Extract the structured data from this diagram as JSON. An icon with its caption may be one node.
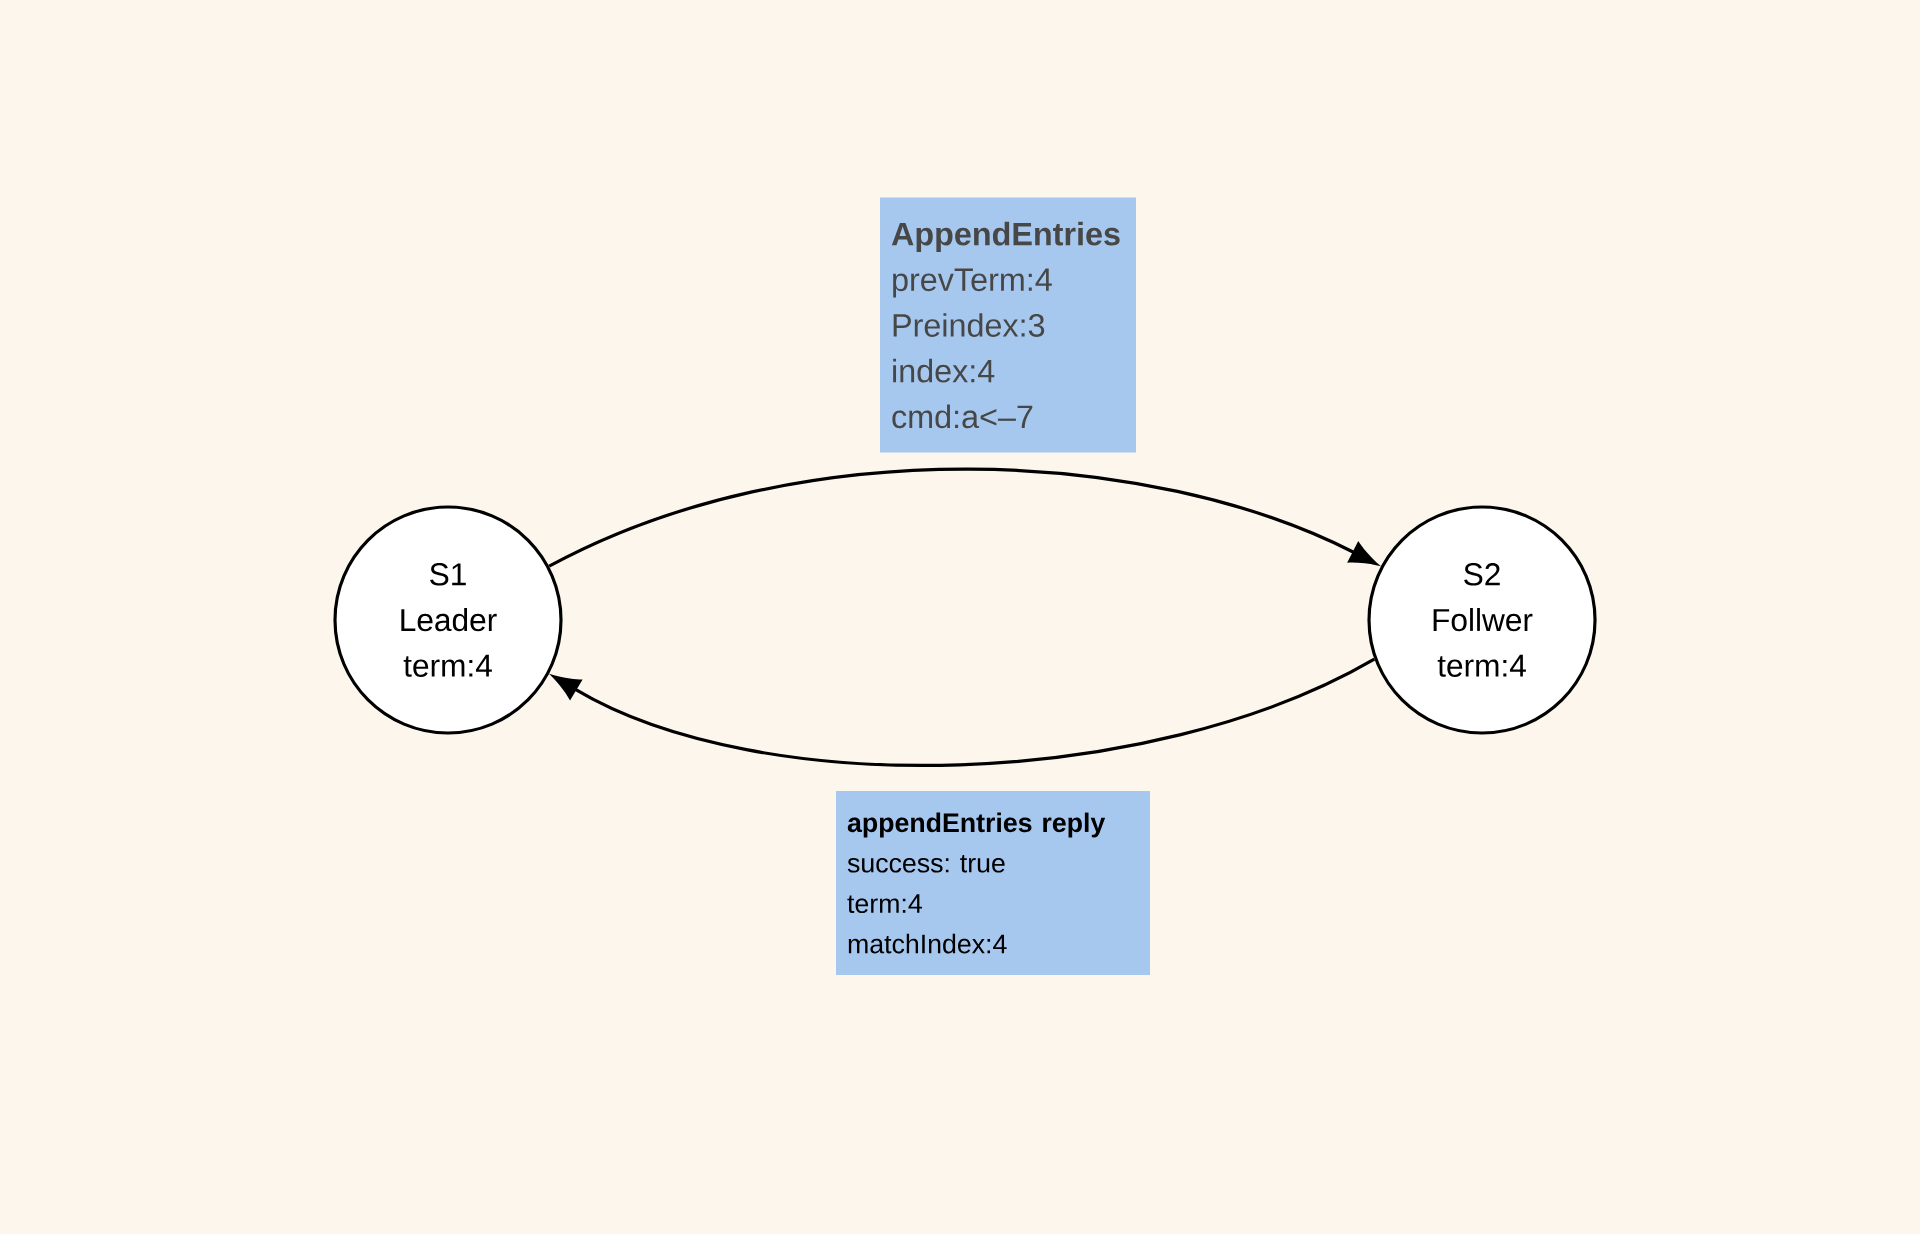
{
  "diagram": {
    "nodes": [
      {
        "text": [
          "S1",
          "Leader",
          "term:4"
        ]
      },
      {
        "text": [
          "S2",
          "Follwer",
          "term:4"
        ]
      },
      {
        "text": [
          "AppendEntries",
          "prevTerm:4",
          "Preindex:3",
          "index:4",
          "cmd:a<–7"
        ]
      },
      {
        "text": [
          "appendEntries reply",
          "success: true",
          "term:4",
          "matchIndex:4"
        ]
      }
    ],
    "edges": [
      {
        "from": 0,
        "to": 1,
        "arrow": "to"
      },
      {
        "from": 1,
        "to": 0,
        "arrow": "to"
      }
    ]
  }
}
